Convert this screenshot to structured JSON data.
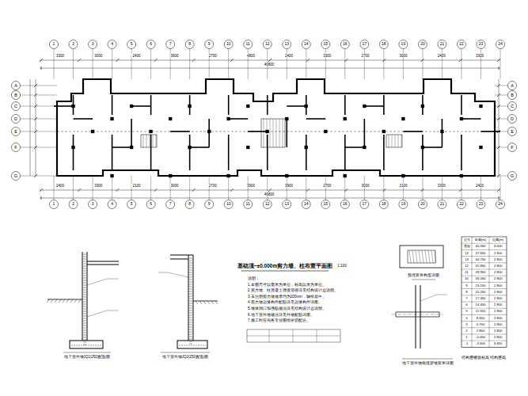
{
  "diagram": {
    "title": "基础顶~±0.000m剪力墙、柱布置平面图",
    "labels": [
      "1",
      "2",
      "3",
      "4",
      "5",
      "6",
      "7",
      "8",
      "9",
      "10",
      "11",
      "12",
      "13",
      "14",
      "15",
      "16",
      "17",
      "18",
      "19",
      "20",
      "21",
      "22",
      "23",
      "24",
      "1",
      "2",
      "3",
      "4",
      "5",
      "6",
      "7",
      "8",
      "9",
      "10",
      "11",
      "12",
      "13",
      "14",
      "15",
      "16",
      "17",
      "18",
      "19",
      "20",
      "21",
      "22",
      "23",
      "24",
      "A",
      "B",
      "C",
      "D",
      "E",
      "F",
      "G",
      "A",
      "B",
      "C",
      "D",
      "E",
      "F",
      "G",
      "3300",
      "3000",
      "2400",
      "3600",
      "2700",
      "4800",
      "2400",
      "3300",
      "2700",
      "3000",
      "2400",
      "3300",
      "2400",
      "3300",
      "2100",
      "3000",
      "2700",
      "3900",
      "3900",
      "2700",
      "3000",
      "2100",
      "3300",
      "2400",
      "46800",
      "46800",
      "地下室外墙JQ1(250)配筋图",
      "地下室外墙JQ2(250)配筋图",
      "1:100",
      "说明：",
      "1.本图尺寸以毫米为单位，标高以米为单位。",
      "2.剪力墙、柱混凝土强度等级详见结构设计总说明。",
      "3.未注明剪力墙墙厚均为200mm，轴线居中。",
      "4.剪力墙边缘构件配筋详见边缘构件详图。",
      "5.墙体洞口加强筋做法详见结构设计总说明。",
      "6.地下室外墙做法详见外墙配筋详图。",
      "7.施工时应与各专业图纸密切配合。",
      "预埋套管构造详图",
      "地下室外墙电缆穿墙套管详图",
      "结构层楼面标高 结构层高",
      "层号",
      "标高(m)",
      "层高(m)",
      "屋面",
      "40.550",
      "3.000",
      "14",
      "37.650",
      "2.900",
      "13",
      "34.750",
      "2.900",
      "12",
      "31.850",
      "2.900",
      "11",
      "28.950",
      "2.900",
      "10",
      "26.050",
      "2.900",
      "9",
      "23.150",
      "2.900",
      "8",
      "20.250",
      "2.900",
      "7",
      "17.350",
      "2.900",
      "6",
      "14.450",
      "2.900",
      "5",
      "11.550",
      "2.900",
      "4",
      "8.650",
      "2.900",
      "3",
      "5.750",
      "2.900",
      "2",
      "2.850",
      "2.900",
      "1",
      "-0.050",
      "2.900",
      "-1",
      "-3.500",
      "3.450"
    ]
  }
}
